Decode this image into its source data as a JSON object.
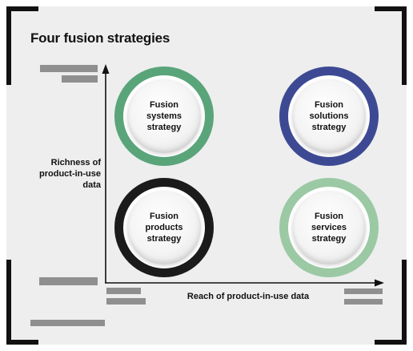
{
  "title": "Four fusion strategies",
  "y_axis_label": "Richness of product-in-use data",
  "x_axis_label": "Reach of product-in-use data",
  "strategies": [
    {
      "name": "Fusion systems strategy",
      "lines": "Fusion\nsystems\nstrategy",
      "color": "#5aa47a"
    },
    {
      "name": "Fusion solutions strategy",
      "lines": "Fusion\nsolutions\nstrategy",
      "color": "#3d4a93"
    },
    {
      "name": "Fusion products strategy",
      "lines": "Fusion\nproducts\nstrategy",
      "color": "#1b1b1b"
    },
    {
      "name": "Fusion services strategy",
      "lines": "Fusion\nservices\nstrategy",
      "color": "#9bc9a4"
    }
  ],
  "colors": {
    "frame": "#111111",
    "background": "#eeeeee",
    "placeholder": "#8f8f8f",
    "axis": "#111111"
  }
}
